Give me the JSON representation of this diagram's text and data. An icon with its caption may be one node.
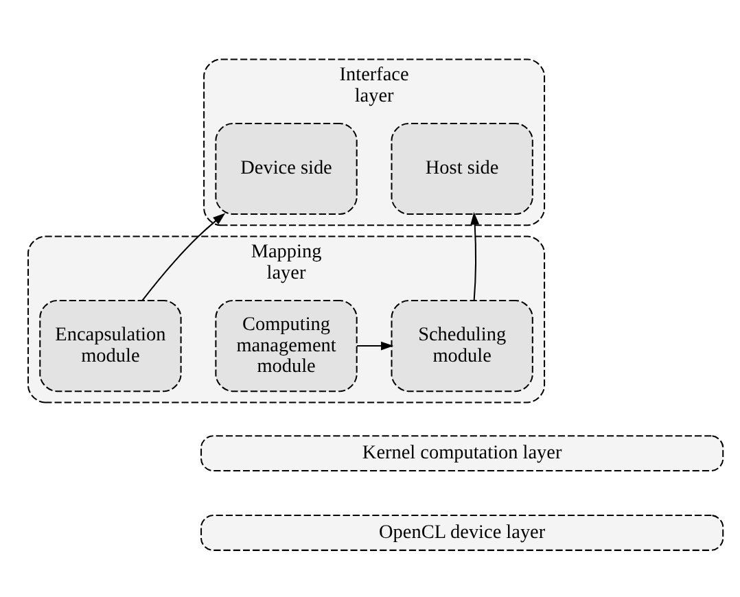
{
  "diagram": {
    "nodes": [
      {
        "text": [
          "Interface layer"
        ]
      },
      {
        "text": [
          "Host side"
        ],
        "in": 0
      },
      {
        "text": [
          "Device side"
        ],
        "in": 0
      },
      {
        "text": [
          "Mapping layer"
        ]
      },
      {
        "text": [
          "Scheduling module"
        ],
        "in": 3
      },
      {
        "text": [
          "Computing management module"
        ],
        "in": 3
      },
      {
        "text": [
          "Encapsulation module"
        ],
        "in": 3
      },
      {
        "text": [
          "Kernel computation layer"
        ]
      },
      {
        "text": [
          "OpenCL device layer"
        ]
      }
    ],
    "edges": [
      {
        "from": 4,
        "to": 1,
        "arrow": "to"
      },
      {
        "from": 6,
        "to": 2,
        "arrow": "to"
      },
      {
        "from": 5,
        "to": 4,
        "arrow": "to"
      }
    ]
  }
}
